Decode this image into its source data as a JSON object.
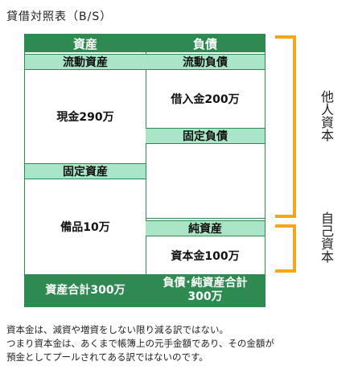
{
  "title": "貸借対照表（B/S）",
  "left": {
    "header": "資産",
    "current_assets": "流動資産",
    "cash": "現金290万",
    "fixed_assets": "固定資産",
    "equipment": "備品10万",
    "total": "資産合計300万"
  },
  "right": {
    "header": "負債",
    "current_liabilities": "流動負債",
    "borrowing": "借入金200万",
    "fixed_liabilities": "固定負債",
    "net_assets": "純資産",
    "capital": "資本金100万",
    "total_line1": "負債･純資産合計",
    "total_line2": "300万"
  },
  "labels": {
    "other_capital": "他人資本",
    "own_capital": "自己資本"
  },
  "note": {
    "line1": "資本金は、減資や増資をしない限り減る訳ではない。",
    "line2": "つまり資本金は、あくまで帳簿上の元手金額であり、その金額が",
    "line3": "預金としてプールされてある訳ではないのです。"
  },
  "colors": {
    "header_green": "#2f8a52",
    "sub_green": "#a9e6c8",
    "bracket_orange": "#f5a516"
  }
}
